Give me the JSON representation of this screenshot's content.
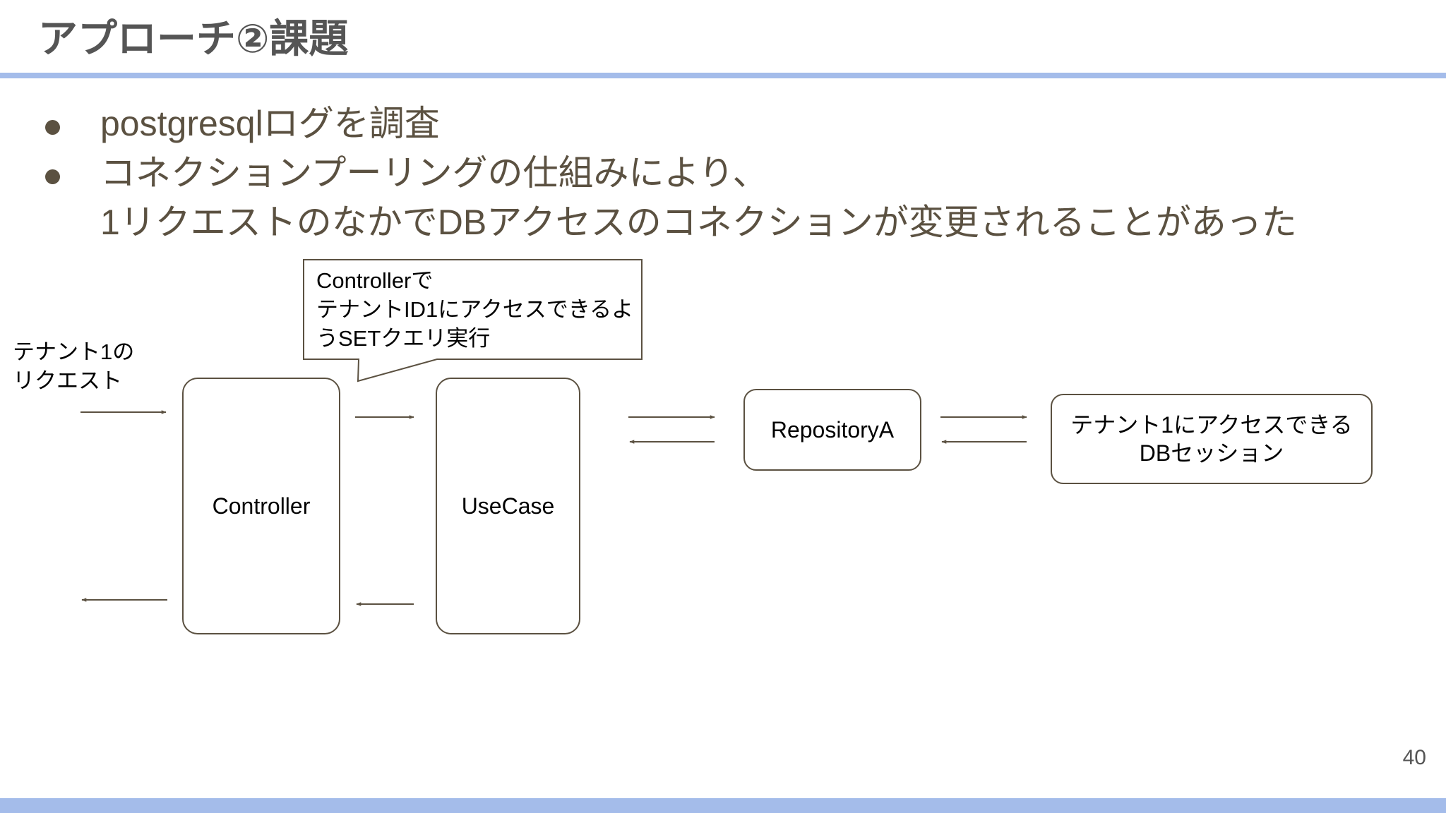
{
  "title": "アプローチ②課題",
  "page_number": "40",
  "colors": {
    "accent_bar": "#a4bcea",
    "body_text": "#5b5141",
    "title_text": "#555555",
    "diagram_line": "#5b5141"
  },
  "bullets": [
    {
      "lines": [
        "postgresqlログを調査"
      ]
    },
    {
      "lines": [
        "コネクションプーリングの仕組みにより、",
        "1リクエストのなかでDBアクセスのコネクションが変更されることがあった"
      ]
    }
  ],
  "diagram": {
    "request_label": "テナント1の\nリクエスト",
    "callout": "Controllerで\nテナントID1にアクセスできるよ\nうSETクエリ実行",
    "nodes": {
      "controller": "Controller",
      "usecase": "UseCase",
      "repository": "RepositoryA",
      "db_session": "テナント1にアクセスできる\nDBセッション"
    }
  }
}
